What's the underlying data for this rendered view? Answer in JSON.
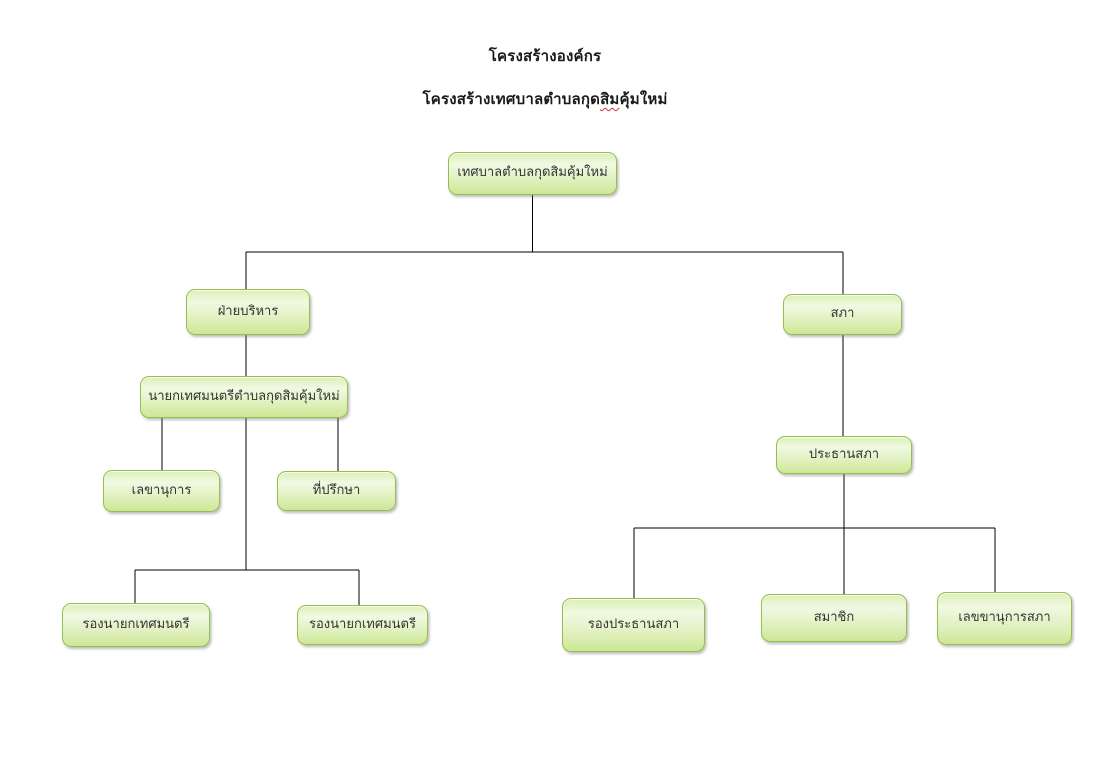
{
  "header": {
    "title": "โครงสร้างองค์กร",
    "subtitle_before": "โครงสร้างเทศบาลตำบลกุด",
    "subtitle_misspelled": "สิม",
    "subtitle_after": "คุ้มใหม่"
  },
  "org_chart": {
    "nodes": {
      "root": {
        "label": "เทศบาลตำบลกุดสิมคุ้มใหม่",
        "parent": null
      },
      "admin": {
        "label": "ฝ่ายบริหาร",
        "parent": "root"
      },
      "council": {
        "label": "สภา",
        "parent": "root"
      },
      "mayor": {
        "label": "นายกเทศมนตรีตำบลกุดสิมคุ้มใหม่",
        "parent": "admin"
      },
      "secretary": {
        "label": "เลขานุการ",
        "parent": "mayor"
      },
      "advisor": {
        "label": "ที่ปรึกษา",
        "parent": "mayor"
      },
      "deputy_mayor_1": {
        "label": "รองนายกเทศมนตรี",
        "parent": "mayor"
      },
      "deputy_mayor_2": {
        "label": "รองนายกเทศมนตรี",
        "parent": "mayor"
      },
      "council_chairman": {
        "label": "ประธานสภา",
        "parent": "council"
      },
      "council_vice_chairman": {
        "label": "รองประธานสภา",
        "parent": "council_chairman"
      },
      "council_member": {
        "label": "สมาชิก",
        "parent": "council_chairman"
      },
      "council_secretary": {
        "label": "เลขขานุการสภา",
        "parent": "council_chairman"
      }
    },
    "colors": {
      "node_border": "#94bf4d",
      "node_fill_top": "#f0f9e2",
      "node_fill_bottom": "#cde795",
      "connector": "#000000",
      "text": "#333333",
      "spellcheck_underline": "#d13438"
    }
  }
}
